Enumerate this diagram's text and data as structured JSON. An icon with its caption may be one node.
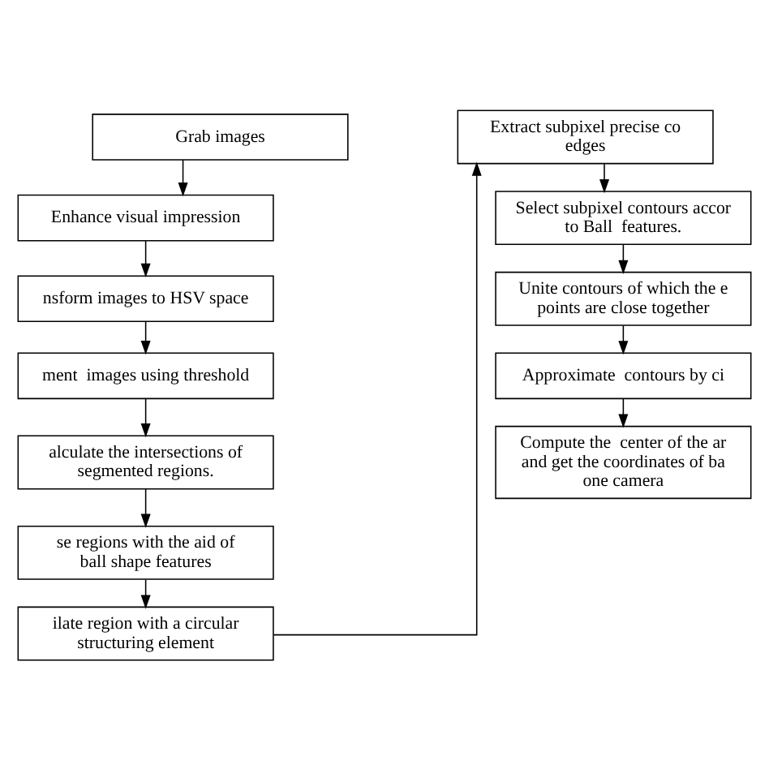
{
  "diagram": {
    "nodes": [
      {
        "text": [
          "Grab images"
        ]
      },
      {
        "text": [
          "Enhance visual impression"
        ]
      },
      {
        "text": [
          "nsform images to HSV space"
        ]
      },
      {
        "text": [
          "ment  images using threshold"
        ]
      },
      {
        "text": [
          "alculate the intersections of segmented regions."
        ]
      },
      {
        "text": [
          "se regions with the aid of ball shape features"
        ]
      },
      {
        "text": [
          "ilate region with a circular structuring element"
        ]
      },
      {
        "text": [
          "Extract subpixel precise co edges"
        ]
      },
      {
        "text": [
          "Select subpixel contours accor to Ball  features."
        ]
      },
      {
        "text": [
          "Unite contours of which the e points are close together"
        ]
      },
      {
        "text": [
          "Approximate  contours by ci"
        ]
      },
      {
        "text": [
          "Compute the  center of the ar and get the coordinates of ba one camera"
        ]
      }
    ],
    "edges": [
      {
        "from": 0,
        "to": 1,
        "arrow": "to"
      },
      {
        "from": 1,
        "to": 2,
        "arrow": "to"
      },
      {
        "from": 2,
        "to": 3,
        "arrow": "to"
      },
      {
        "from": 3,
        "to": 4,
        "arrow": "to"
      },
      {
        "from": 4,
        "to": 5,
        "arrow": "to"
      },
      {
        "from": 5,
        "to": 6,
        "arrow": "to"
      },
      {
        "from": 6,
        "to": 7,
        "arrow": "to"
      },
      {
        "from": 7,
        "to": 8,
        "arrow": "to"
      },
      {
        "from": 8,
        "to": 9,
        "arrow": "to"
      },
      {
        "from": 9,
        "to": 10,
        "arrow": "to"
      },
      {
        "from": 10,
        "to": 11,
        "arrow": "to"
      }
    ]
  }
}
